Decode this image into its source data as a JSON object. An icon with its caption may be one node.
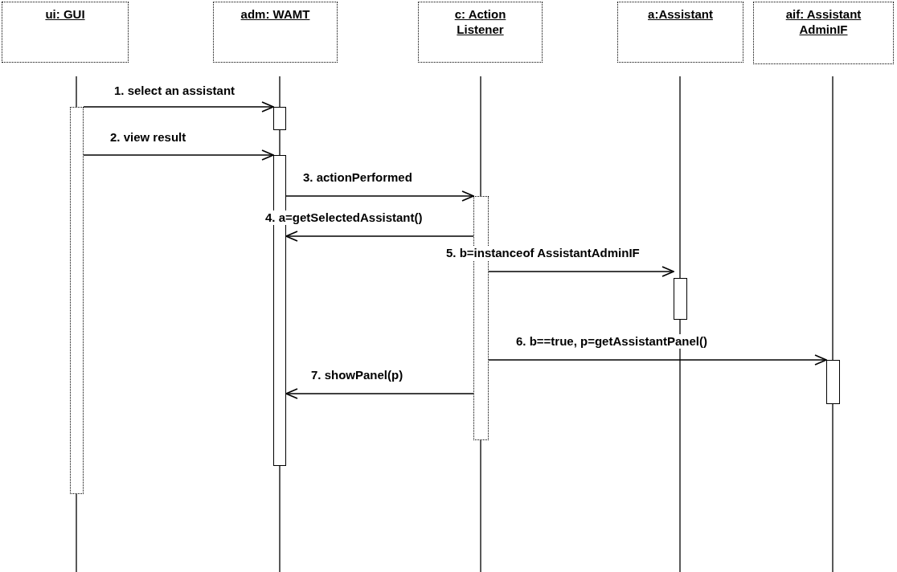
{
  "diagram": {
    "nodes": [
      {
        "text": [
          "ui: GUI"
        ]
      },
      {
        "text": [
          "adm: WAMT"
        ]
      },
      {
        "text": [
          "c: Action Listener"
        ]
      },
      {
        "text": [
          "a:Assistant"
        ]
      },
      {
        "text": [
          "aif: Assistant AdminIF"
        ]
      },
      {
        "text": [],
        "shape": "bar"
      },
      {
        "text": [],
        "shape": "bar"
      },
      {
        "text": [],
        "shape": "bar"
      },
      {
        "text": [],
        "shape": "bar"
      },
      {
        "text": [],
        "shape": "bar"
      },
      {
        "text": [],
        "shape": "bar"
      }
    ],
    "edges": [
      {
        "from": 5,
        "to": 6,
        "arrow": "to",
        "label": "1. select an assistant"
      },
      {
        "from": 5,
        "to": 7,
        "arrow": "to",
        "label": "2. view result"
      },
      {
        "from": 7,
        "to": 8,
        "arrow": "to",
        "label": "3. actionPerformed"
      },
      {
        "from": 8,
        "to": 7,
        "arrow": "to",
        "label": "4. a=getSelectedAssistant()"
      },
      {
        "from": 8,
        "to": 9,
        "arrow": "to",
        "label": "5. b=instanceof AssistantAdminIF"
      },
      {
        "from": 8,
        "to": 10,
        "arrow": "to",
        "label": "6. b==true, p=getAssistantPanel()"
      },
      {
        "from": 8,
        "to": 7,
        "arrow": "to",
        "label": "7. showPanel(p)"
      }
    ]
  }
}
